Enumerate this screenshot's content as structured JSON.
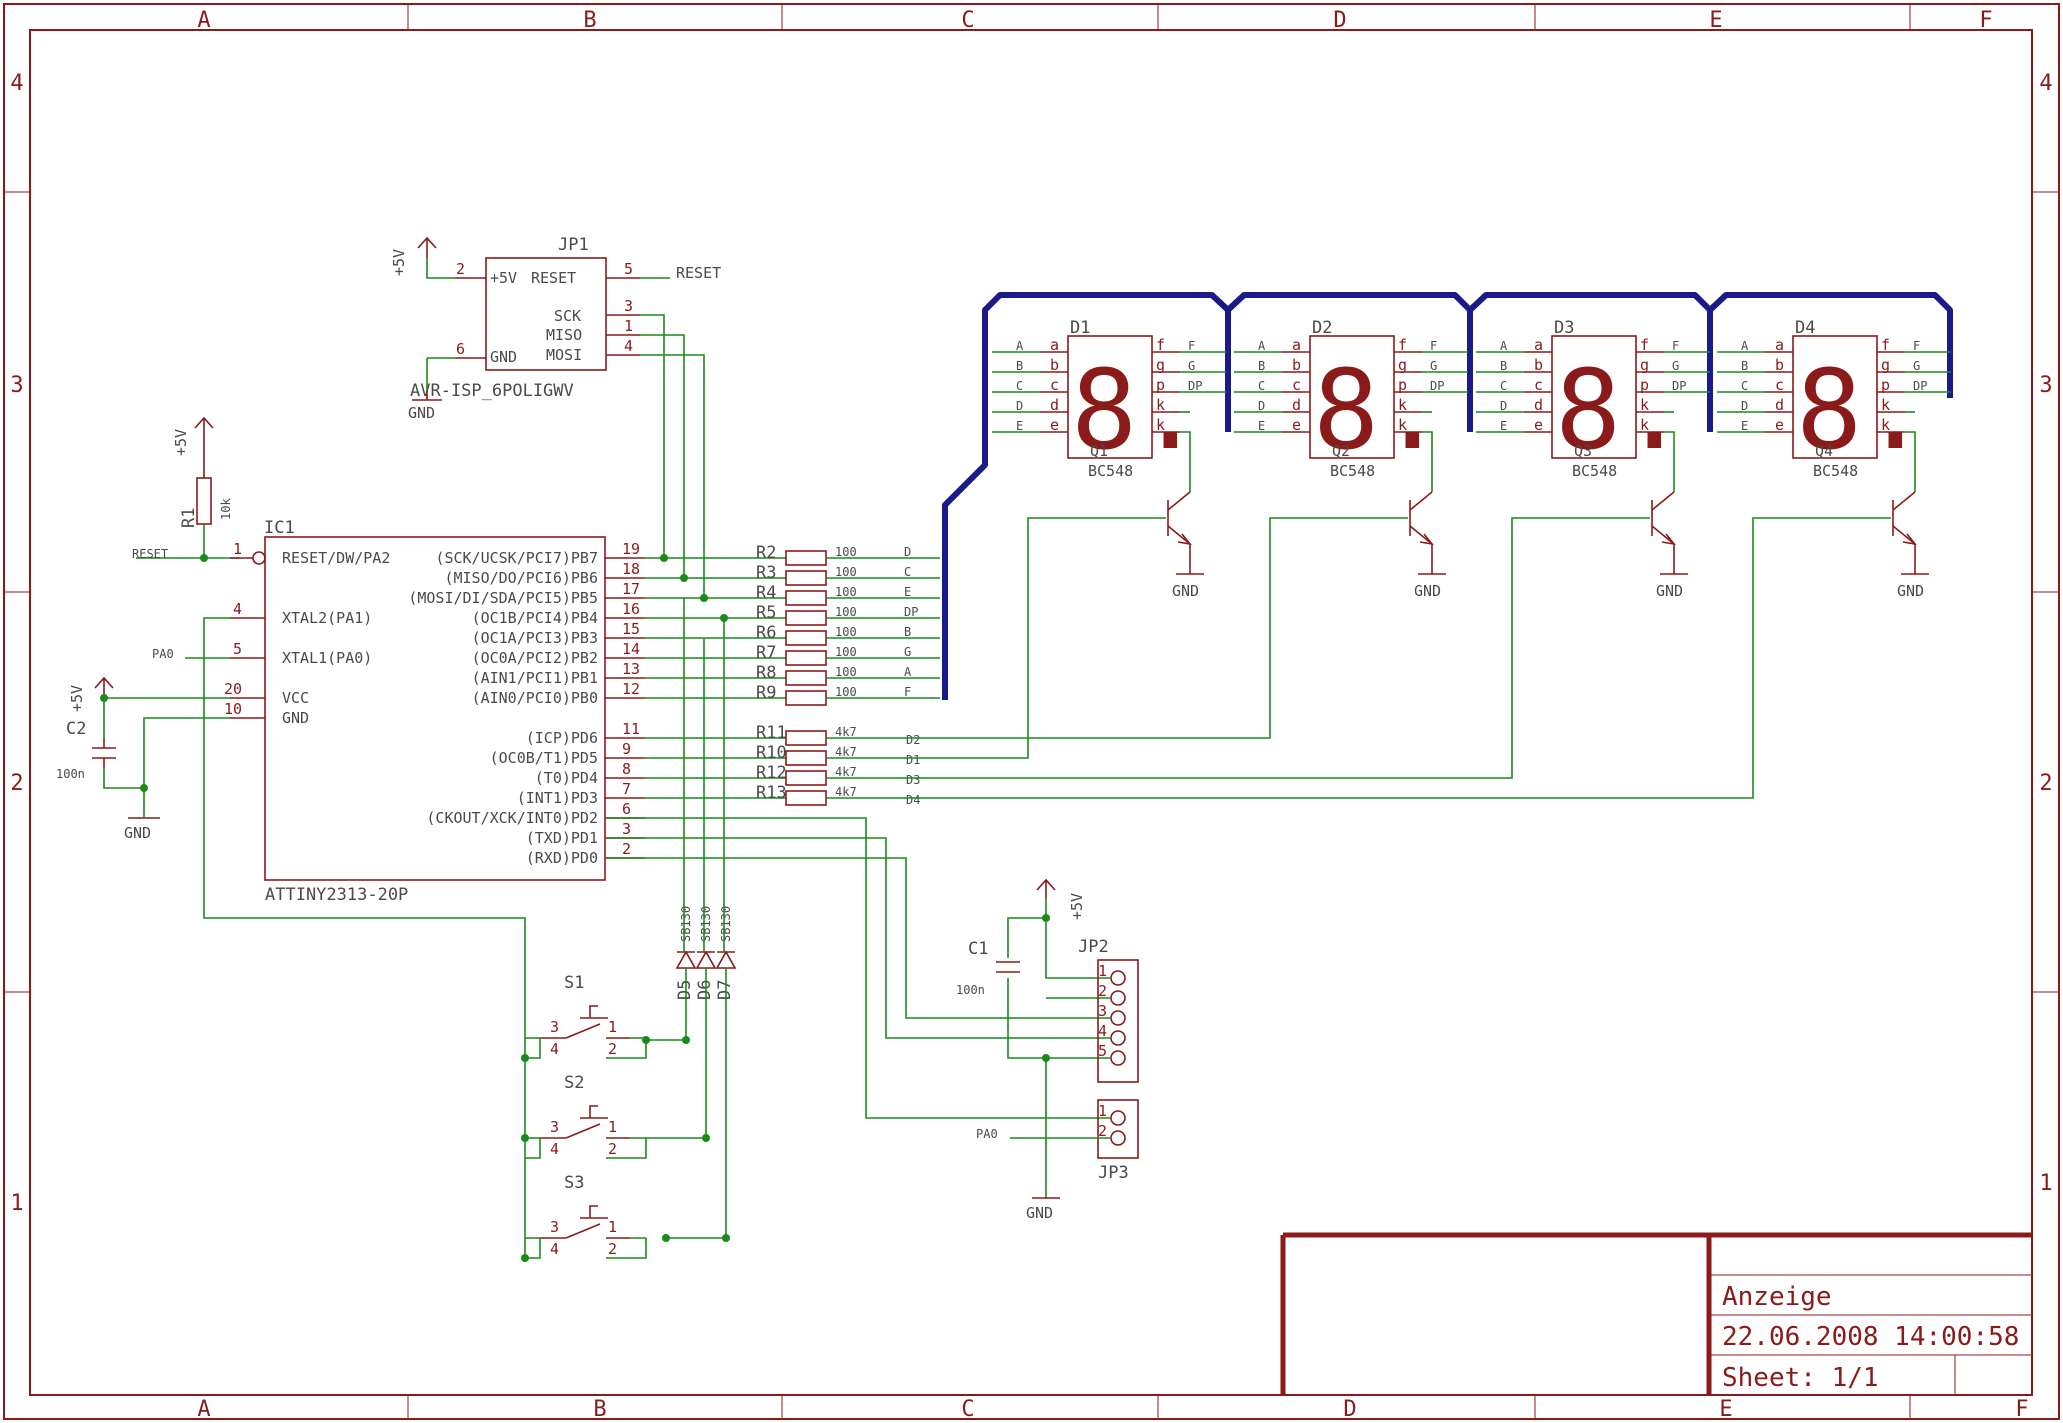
{
  "grid": {
    "columns": [
      "A",
      "B",
      "C",
      "D",
      "E",
      "F"
    ],
    "rows": [
      "4",
      "3",
      "2",
      "1"
    ]
  },
  "title_block": {
    "name": "Anzeige",
    "date": "22.06.2008 14:00:58",
    "sheet": "Sheet: 1/1"
  },
  "ic1": {
    "ref": "IC1",
    "value": "ATTINY2313-20P",
    "left_pins": [
      {
        "num": "1",
        "label": "RESET/DW/PA2"
      },
      {
        "num": "4",
        "label": "XTAL2(PA1)"
      },
      {
        "num": "5",
        "label": "XTAL1(PA0)"
      },
      {
        "num": "20",
        "label": "VCC"
      },
      {
        "num": "10",
        "label": "GND"
      }
    ],
    "right_pins": [
      {
        "num": "19",
        "label": "(SCK/UCSK/PCI7)PB7"
      },
      {
        "num": "18",
        "label": "(MISO/DO/PCI6)PB6"
      },
      {
        "num": "17",
        "label": "(MOSI/DI/SDA/PCI5)PB5"
      },
      {
        "num": "16",
        "label": "(OC1B/PCI4)PB4"
      },
      {
        "num": "15",
        "label": "(OC1A/PCI3)PB3"
      },
      {
        "num": "14",
        "label": "(OC0A/PCI2)PB2"
      },
      {
        "num": "13",
        "label": "(AIN1/PCI1)PB1"
      },
      {
        "num": "12",
        "label": "(AIN0/PCI0)PB0"
      },
      {
        "num": "11",
        "label": "(ICP)PD6"
      },
      {
        "num": "9",
        "label": "(OC0B/T1)PD5"
      },
      {
        "num": "8",
        "label": "(T0)PD4"
      },
      {
        "num": "7",
        "label": "(INT1)PD3"
      },
      {
        "num": "6",
        "label": "(CKOUT/XCK/INT0)PD2"
      },
      {
        "num": "3",
        "label": "(TXD)PD1"
      },
      {
        "num": "2",
        "label": "(RXD)PD0"
      }
    ]
  },
  "jp1": {
    "ref": "JP1",
    "value": "AVR-ISP_6POLIGWV",
    "pins": [
      {
        "num": "2",
        "label": "+5V"
      },
      {
        "num": "5",
        "label": "RESET"
      },
      {
        "num": "3",
        "label": "SCK"
      },
      {
        "num": "1",
        "label": "MISO"
      },
      {
        "num": "4",
        "label": "MOSI"
      },
      {
        "num": "6",
        "label": "GND"
      }
    ],
    "reset_net": "RESET"
  },
  "r1": {
    "ref": "R1",
    "value": "10k",
    "net": "RESET"
  },
  "c2": {
    "ref": "C2",
    "value": "100n"
  },
  "c1": {
    "ref": "C1",
    "value": "100n"
  },
  "power": {
    "vcc": "+5V",
    "gnd": "GND"
  },
  "seg_resistors": [
    {
      "ref": "R2",
      "value": "100",
      "net": "D"
    },
    {
      "ref": "R3",
      "value": "100",
      "net": "C"
    },
    {
      "ref": "R4",
      "value": "100",
      "net": "E"
    },
    {
      "ref": "R5",
      "value": "100",
      "net": "DP"
    },
    {
      "ref": "R6",
      "value": "100",
      "net": "B"
    },
    {
      "ref": "R7",
      "value": "100",
      "net": "G"
    },
    {
      "ref": "R8",
      "value": "100",
      "net": "A"
    },
    {
      "ref": "R9",
      "value": "100",
      "net": "F"
    }
  ],
  "base_resistors": [
    {
      "ref": "R11",
      "value": "4k7",
      "net": "D2"
    },
    {
      "ref": "R10",
      "value": "4k7",
      "net": "D1"
    },
    {
      "ref": "R12",
      "value": "4k7",
      "net": "D3"
    },
    {
      "ref": "R13",
      "value": "4k7",
      "net": "D4"
    }
  ],
  "displays": [
    {
      "ref": "D1",
      "transistor": "Q1"
    },
    {
      "ref": "D2",
      "transistor": "Q2"
    },
    {
      "ref": "D3",
      "transistor": "Q3"
    },
    {
      "ref": "D4",
      "transistor": "Q4"
    }
  ],
  "display_left_nets": [
    "A",
    "B",
    "C",
    "D",
    "E"
  ],
  "display_left_pins": [
    "a",
    "b",
    "c",
    "d",
    "e"
  ],
  "display_right_nets": [
    "F",
    "G",
    "DP"
  ],
  "display_right_pins": [
    "f",
    "g",
    "p",
    "k",
    "k"
  ],
  "transistor_value": "BC548",
  "diodes": [
    {
      "ref": "D5",
      "value": "SB130"
    },
    {
      "ref": "D6",
      "value": "SB130"
    },
    {
      "ref": "D7",
      "value": "SB130"
    }
  ],
  "switches": [
    {
      "ref": "S1",
      "pins": [
        "3",
        "4",
        "1",
        "2"
      ]
    },
    {
      "ref": "S2",
      "pins": [
        "3",
        "4",
        "1",
        "2"
      ]
    },
    {
      "ref": "S3",
      "pins": [
        "3",
        "4",
        "1",
        "2"
      ]
    }
  ],
  "jp2": {
    "ref": "JP2",
    "pins": [
      "1",
      "2",
      "3",
      "4",
      "5"
    ]
  },
  "jp3": {
    "ref": "JP3",
    "pins": [
      "1",
      "2"
    ],
    "net": "PA0"
  },
  "pa0_net": "PA0"
}
